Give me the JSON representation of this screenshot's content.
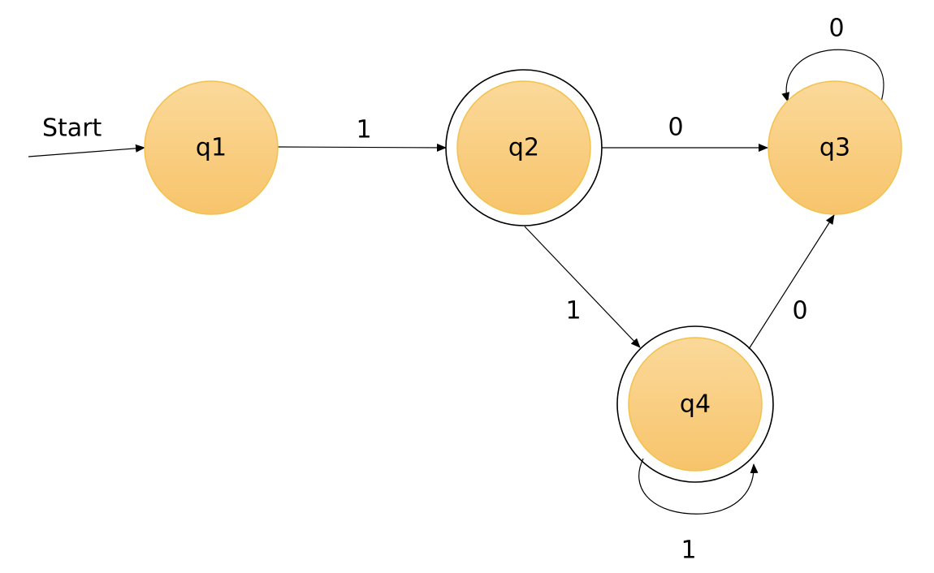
{
  "diagram": {
    "start_label": "Start",
    "states": {
      "q1": {
        "label": "q1",
        "accepting": false
      },
      "q2": {
        "label": "q2",
        "accepting": true
      },
      "q3": {
        "label": "q3",
        "accepting": false
      },
      "q4": {
        "label": "q4",
        "accepting": true
      }
    },
    "transitions": [
      {
        "id": "q1-q2",
        "from": "q1",
        "to": "q2",
        "symbol": "1"
      },
      {
        "id": "q2-q3",
        "from": "q2",
        "to": "q3",
        "symbol": "0"
      },
      {
        "id": "q3-q3",
        "from": "q3",
        "to": "q3",
        "symbol": "0"
      },
      {
        "id": "q2-q4",
        "from": "q2",
        "to": "q4",
        "symbol": "1"
      },
      {
        "id": "q4-q3",
        "from": "q4",
        "to": "q3",
        "symbol": "0"
      },
      {
        "id": "q4-q4",
        "from": "q4",
        "to": "q4",
        "symbol": "1"
      }
    ],
    "colors": {
      "state_fill_top": "#fbd99a",
      "state_fill_bottom": "#f7c46b",
      "state_border": "#f2c14e",
      "line": "#000000"
    }
  }
}
